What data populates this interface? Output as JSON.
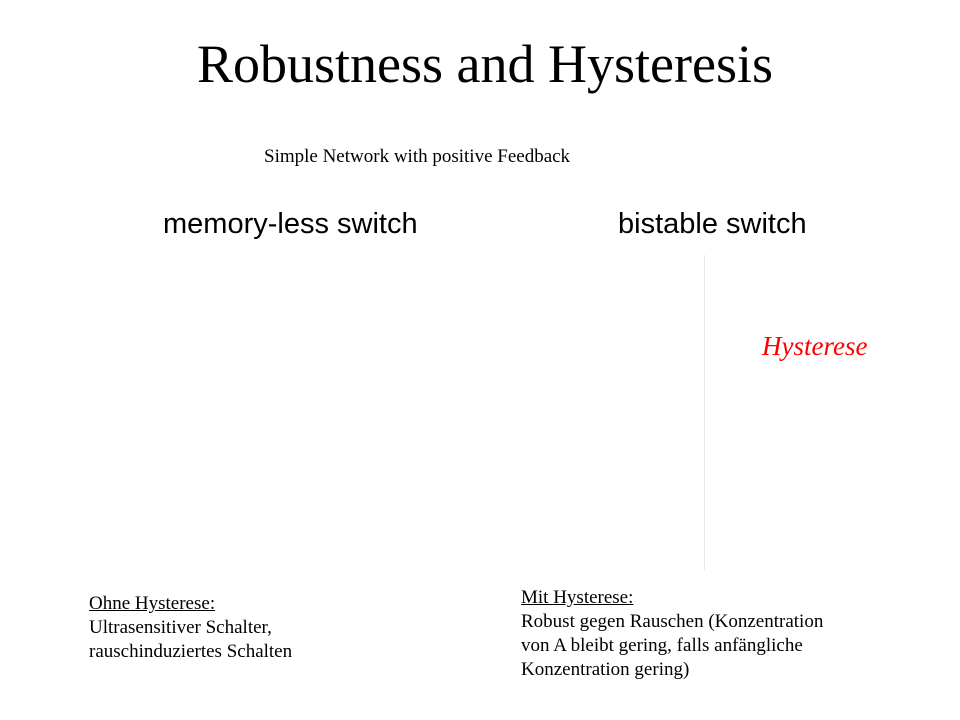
{
  "slide": {
    "title": "Robustness and Hysteresis",
    "subtitle": "Simple Network with positive Feedback",
    "left_label": "memory-less switch",
    "right_label": "bistable switch",
    "hysteresis_annotation": "Hysterese",
    "colors": {
      "annotation": "#ff0000",
      "text": "#000000",
      "background": "#ffffff"
    }
  },
  "notes": {
    "left": {
      "heading": "Ohne Hysterese:",
      "lines": [
        "Ultrasensitiver Schalter,",
        "rauschinduziertes Schalten"
      ]
    },
    "right": {
      "heading": "Mit Hysterese:",
      "lines": [
        "Robust gegen Rauschen (Konzentration",
        "von A bleibt gering, falls anfängliche",
        "Konzentration gering)"
      ]
    }
  }
}
